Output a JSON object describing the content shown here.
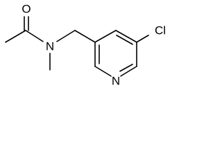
{
  "structure": {
    "atoms": {
      "oxygen": "O",
      "amide_nitrogen": "N",
      "pyridine_nitrogen": "N",
      "chlorine": "Cl"
    },
    "colors": {
      "bond": "#000000",
      "label": "#000000",
      "background": "#ffffff"
    }
  }
}
